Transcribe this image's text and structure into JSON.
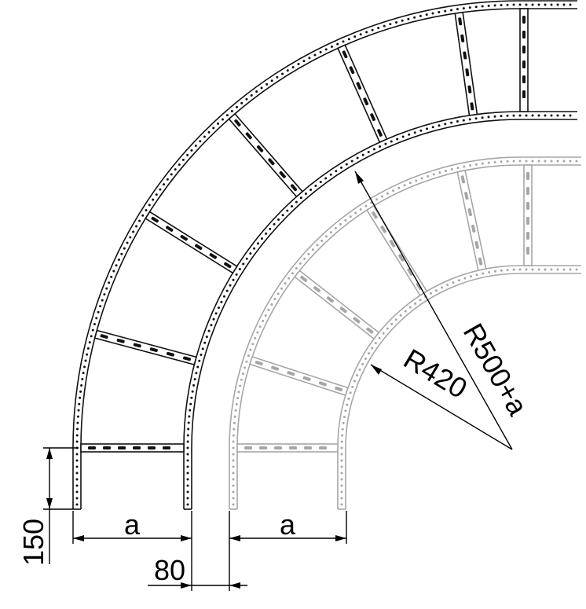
{
  "colors": {
    "outer_tray": "#111111",
    "inner_tray": "#a6a6a6",
    "dimension": "#000000",
    "background": "#ffffff"
  },
  "dimensions": {
    "width_outer": "a",
    "width_inner": "a",
    "gap": "80",
    "height": "150",
    "radius_inner": "R420",
    "radius_outer": "R500+a"
  }
}
